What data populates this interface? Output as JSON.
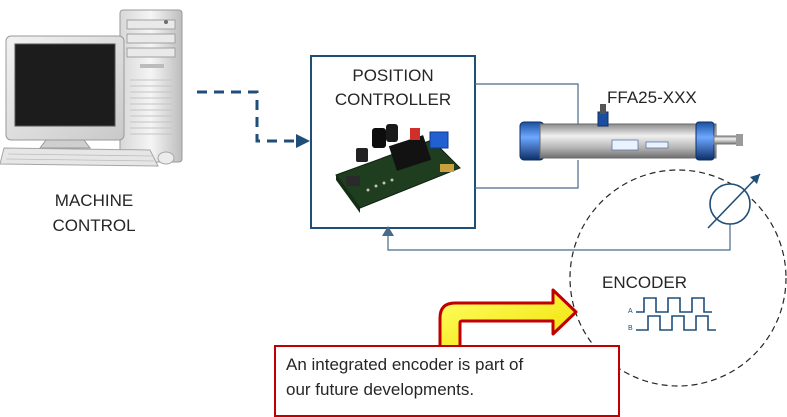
{
  "machine": {
    "label_line1": "MACHINE",
    "label_line2": "CONTROL"
  },
  "controller": {
    "title_line1": "POSITION",
    "title_line2": "CONTROLLER"
  },
  "actuator": {
    "label": "FFA25-XXX"
  },
  "encoder": {
    "title": "ENCODER",
    "channel_a": "A",
    "channel_b": "B"
  },
  "note": {
    "line1": "An integrated encoder is part of",
    "line2": "our future developments."
  },
  "colors": {
    "signal_arrow": "#1f4e79",
    "wire": "#4a6a8a",
    "note_border": "#c00000",
    "callout_arrow_fill": "#ffff00",
    "callout_arrow_stroke": "#c00000"
  }
}
